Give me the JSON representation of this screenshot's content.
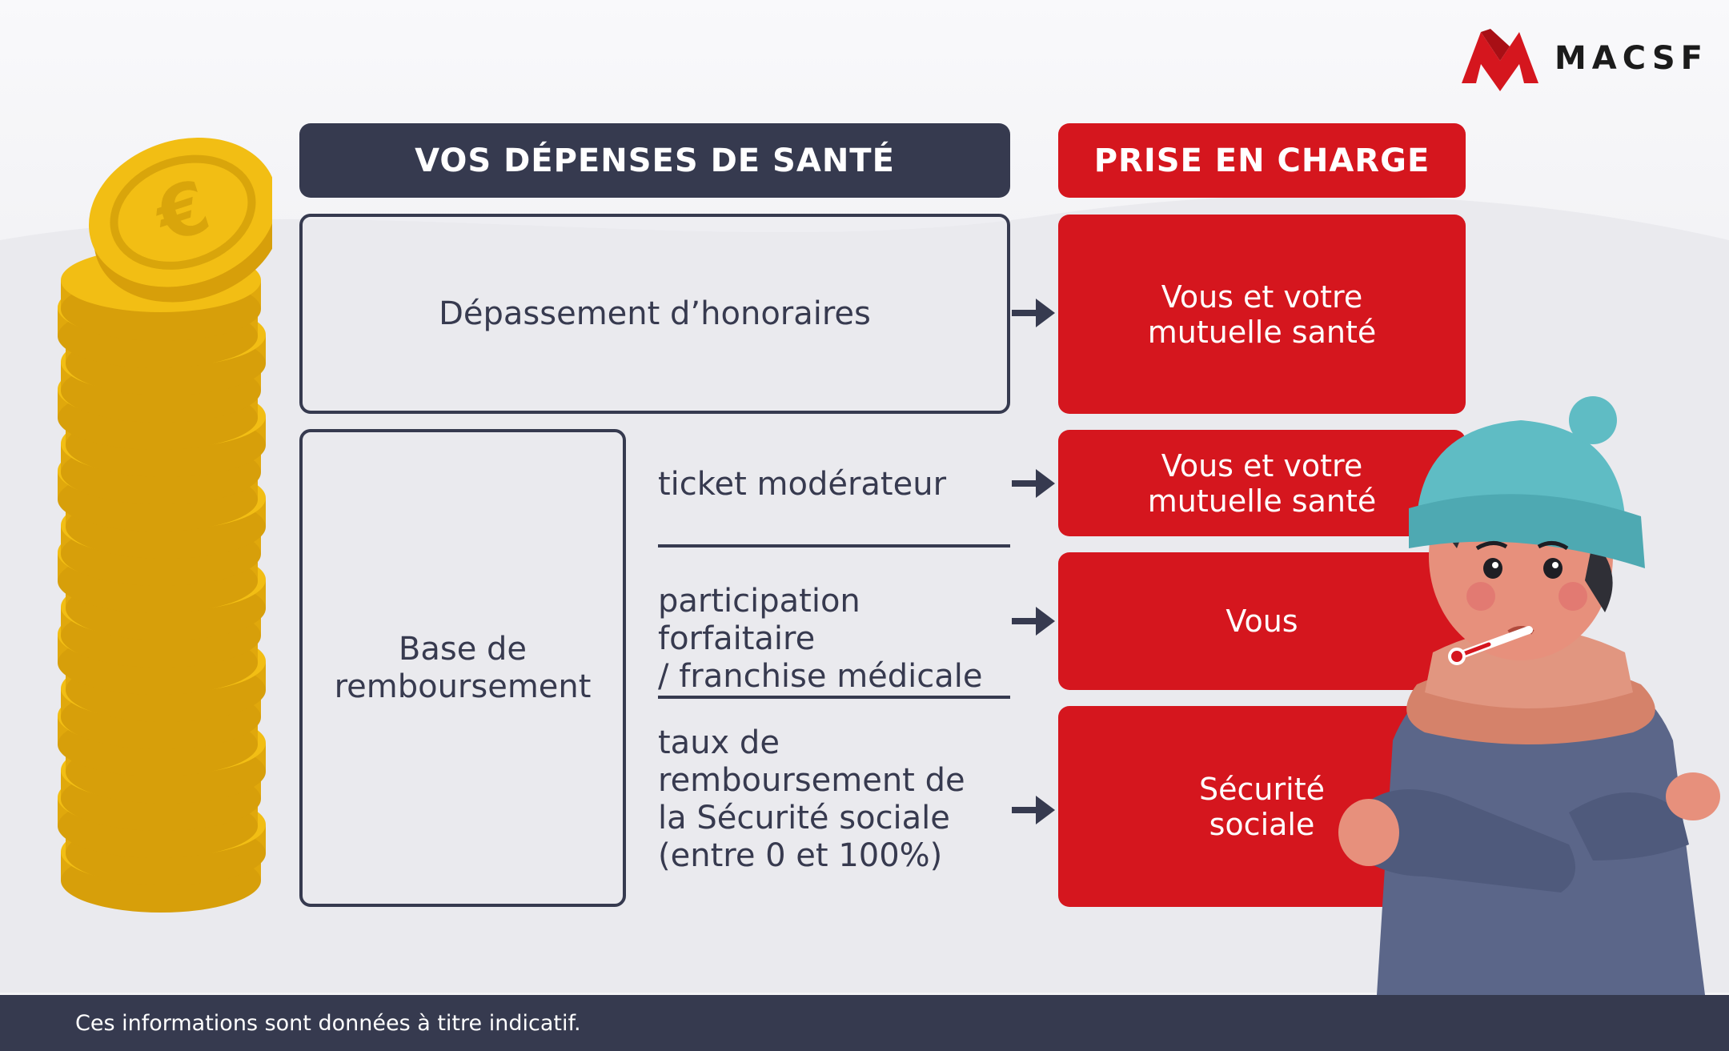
{
  "brand": {
    "name": "MACSF",
    "color": "#d5161e"
  },
  "colors": {
    "dark": "#363a4f",
    "red": "#d5161e",
    "coin": "#f2be14",
    "hat": "#5fbcc4"
  },
  "headers": {
    "left": "VOS DÉPENSES DE SANTÉ",
    "right": "PRISE EN CHARGE"
  },
  "depassement": "Dépassement d’honoraires",
  "base": {
    "line1": "Base de",
    "line2": "remboursement"
  },
  "items": [
    {
      "lines": [
        "ticket modérateur"
      ]
    },
    {
      "lines": [
        "participation forfaitaire",
        "/ franchise médicale"
      ]
    },
    {
      "lines": [
        "taux de",
        "remboursement de",
        "la Sécurité sociale",
        "(entre 0 et 100%)"
      ]
    }
  ],
  "prise": [
    {
      "lines": [
        "Vous et votre",
        "mutuelle santé"
      ]
    },
    {
      "lines": [
        "Vous et votre",
        "mutuelle santé"
      ]
    },
    {
      "lines": [
        "Vous"
      ]
    },
    {
      "lines": [
        "Sécurité",
        "sociale"
      ]
    }
  ],
  "footer": "Ces informations sont données à titre indicatif.",
  "icons": [
    "macsf-logo-icon",
    "coin-stack-icon",
    "arrow-right-icon",
    "sick-person-illustration"
  ]
}
